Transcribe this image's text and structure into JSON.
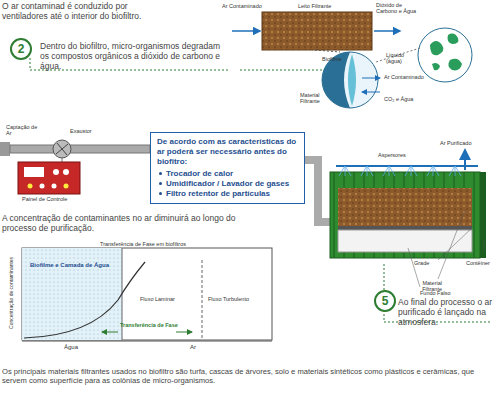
{
  "diagram": {
    "nodes": [
      {
        "text": [
          "2"
        ]
      },
      {
        "text": [
          "5"
        ]
      },
      {
        "text": [
          "De acordo com as características do ar poderá ser necessário antes do biofitro:",
          "Trocador de calor",
          "Umidificador / Lavador de gases",
          "Filtro retentor de partículas"
        ]
      }
    ],
    "labels": [
      "O ar contaminad é conduzido por ventiladores até o interior do biofiltro.",
      "Dentro do biofiltro, micro-organismos degradam os compostos orgânicos a dióxido de carbono e água.",
      "Ar Contaminado",
      "Leito Filtrante",
      "Dióxido de Carbono e Água",
      "Biofilme",
      "Material Filtrante",
      "Líquido (água)",
      "Ar Contaminado",
      "CO₂ e Água",
      "Captação de Ar",
      "Exaustor",
      "Painel de Controle",
      "A concentração de contaminantes no ar diminuirá ao longo do processo de purificação.",
      "Transferência de Fase em biofiltros",
      "Concentração de contaminantes",
      "Biofilme e Camada de Água",
      "Fluxo Laminar",
      "Fluxo Turbulento",
      "Transferência de Fase",
      "Água",
      "Ar",
      "Aspersores",
      "Ar Purificado",
      "Grade",
      "Material Filtrante",
      "Fundo Falso",
      "Contêiner",
      "Os principais materiais filtrantes usados no biofiltro são turfa, cascas de árvores, solo e materiais sintéticos como plásticos e cerâmicas, que servem como superfície para as colônias de micro-organismos.",
      "Ao final do processo o ar purificado é lançado na atmosfera."
    ]
  }
}
